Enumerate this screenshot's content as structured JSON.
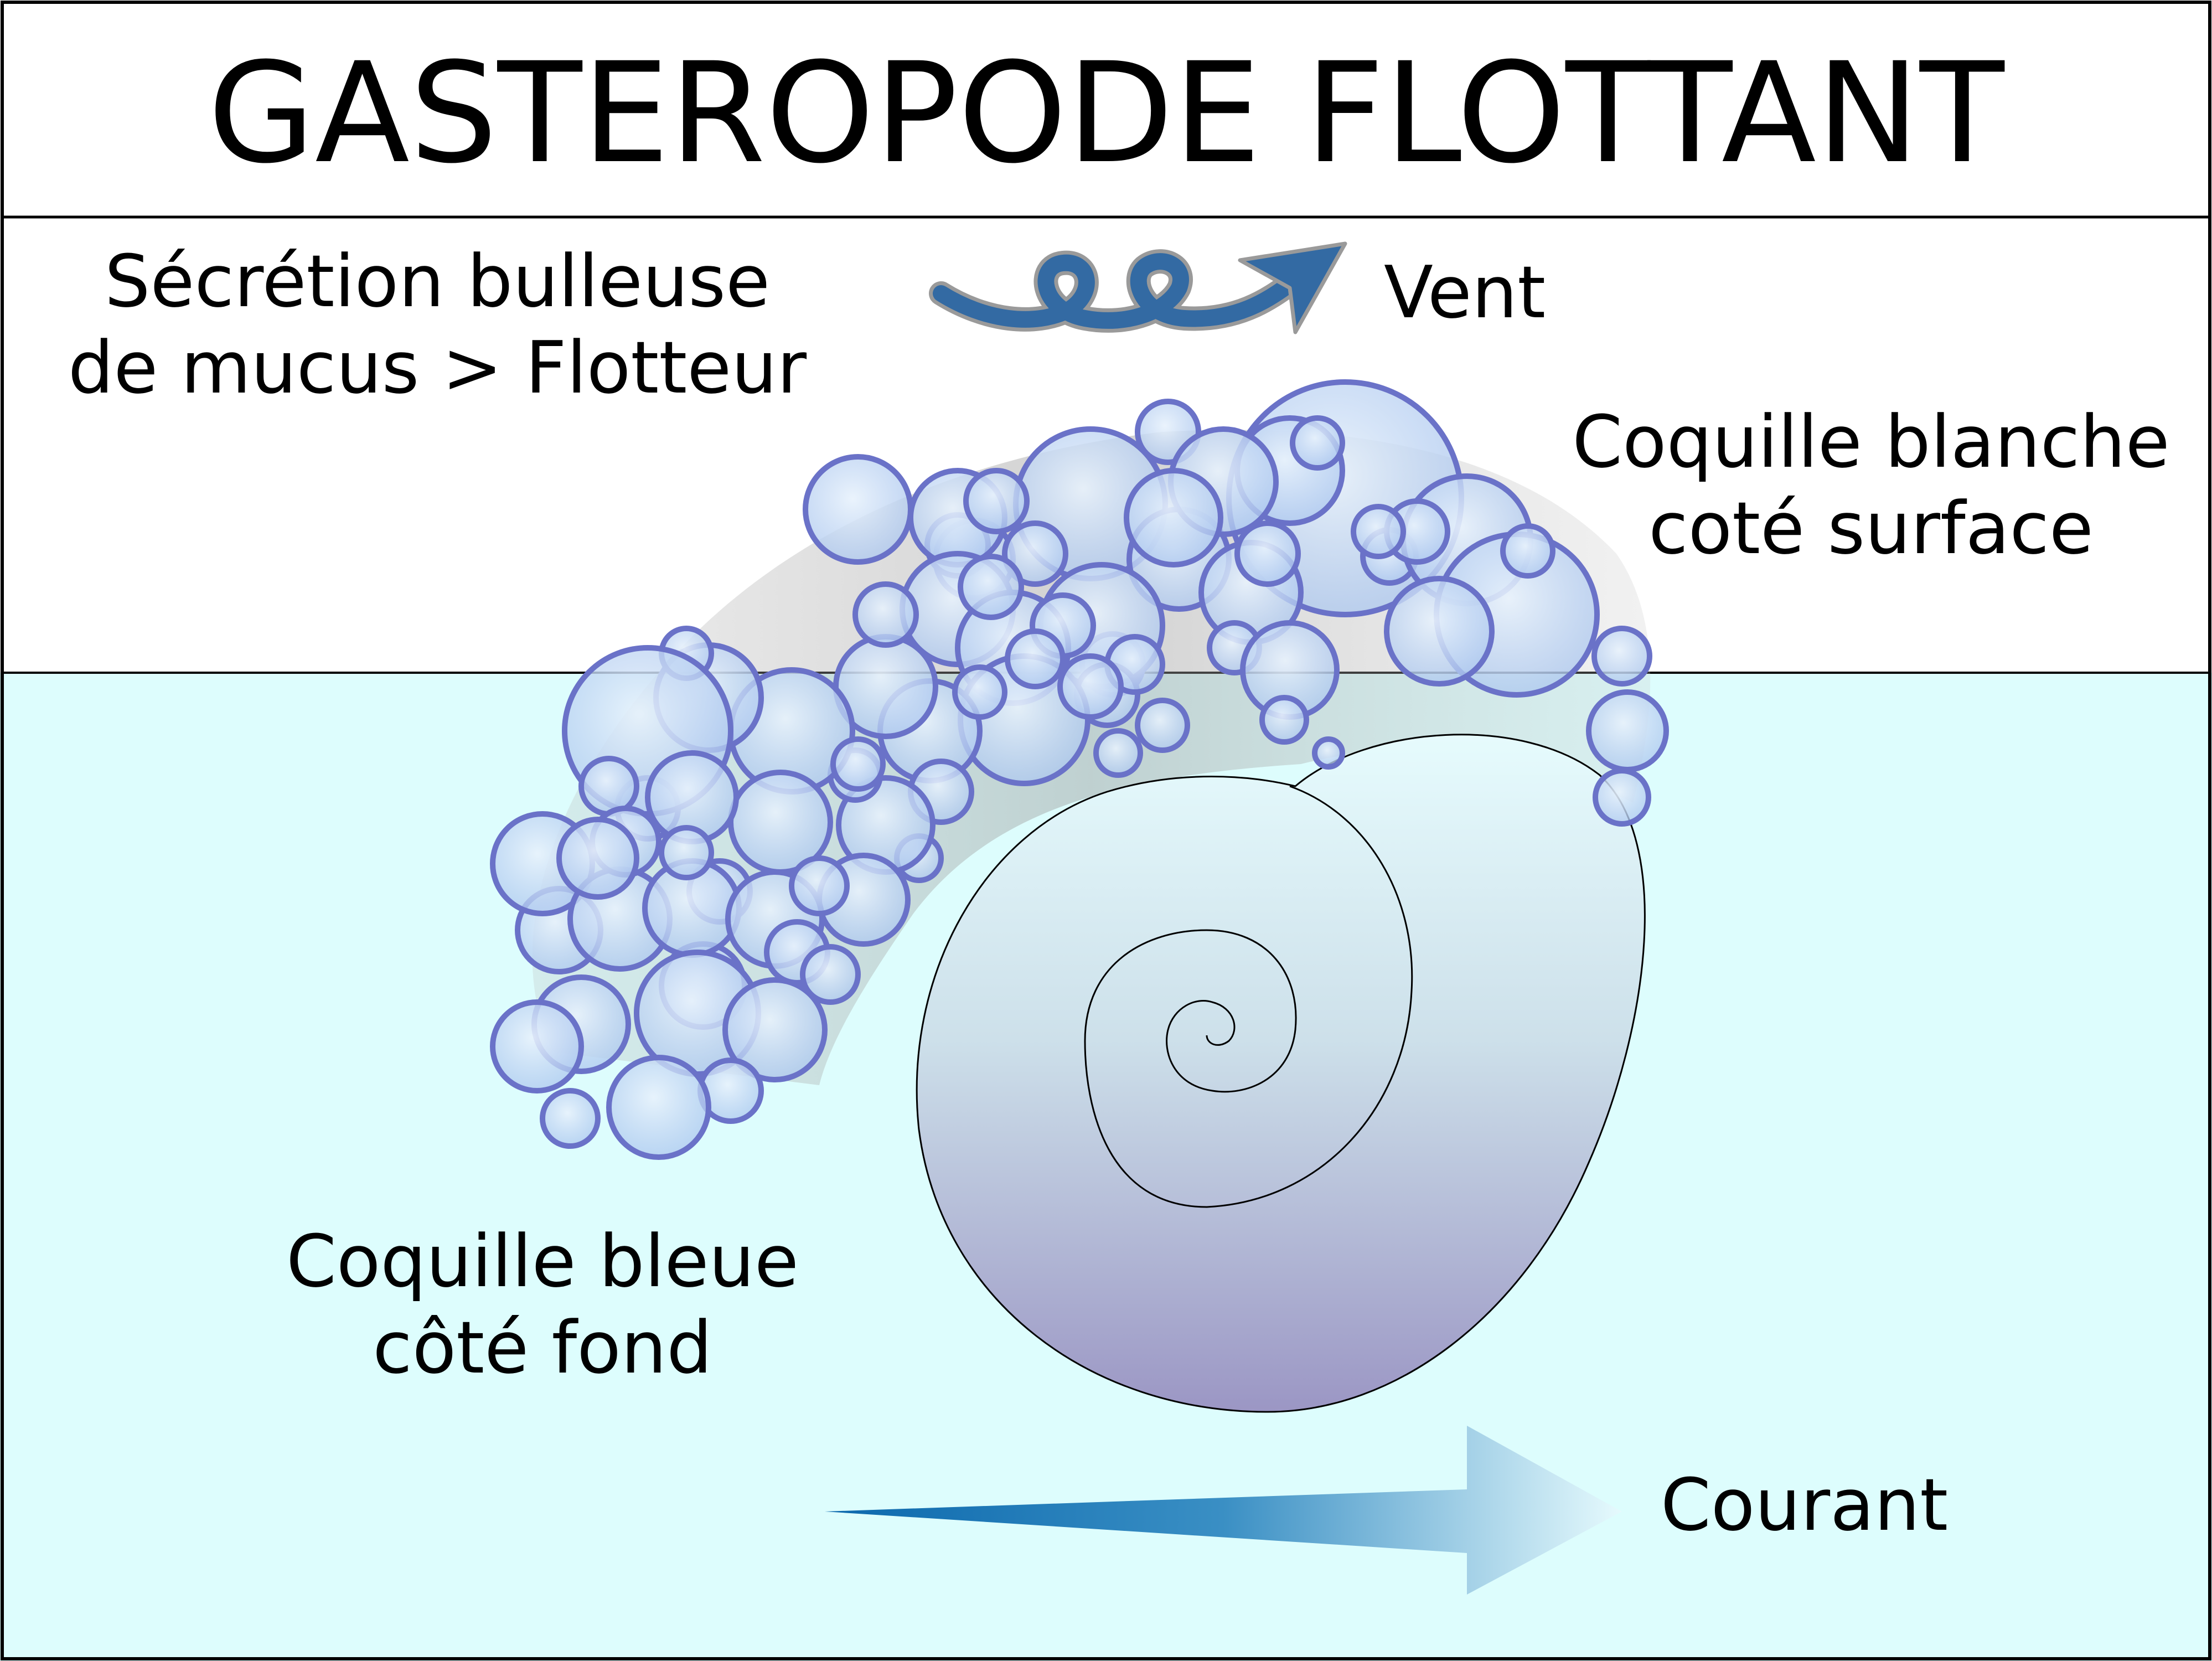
{
  "title": "GASTEROPODE FLOTTANT",
  "labels": {
    "secretion_line1": "Sécrétion bulleuse",
    "secretion_line2": "de mucus > Flotteur",
    "vent": "Vent",
    "coquille_blanche_line1": "Coquille blanche",
    "coquille_blanche_line2": "coté surface",
    "coquille_bleue_line1": "Coquille bleue",
    "coquille_bleue_line2": "côté fond",
    "courant": "Courant"
  },
  "colors": {
    "sky": "#ffffff",
    "water": "#ddfdfd",
    "bubble_stroke": "#6a72c8",
    "bubble_fill": "#b8d0f0",
    "shell_top": "#e6fbfd",
    "shell_bottom": "#9b96c4",
    "wind_arrow": "#336aa3",
    "current_arrow_dark": "#0b68ad",
    "current_arrow_light": "#d9f6fb"
  },
  "icons": {
    "wind": "wind-spiral-arrow-icon",
    "current": "current-arrow-icon"
  }
}
